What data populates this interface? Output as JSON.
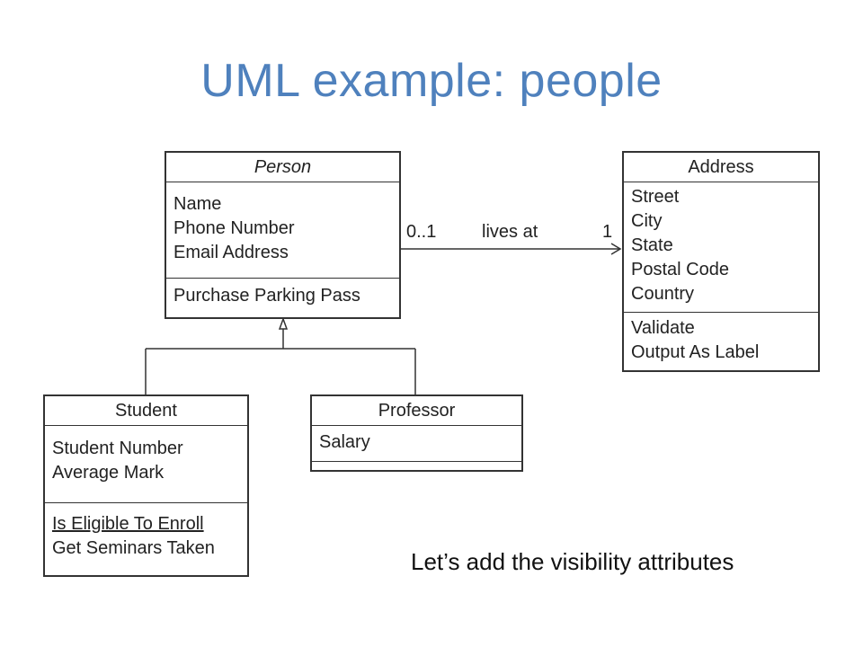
{
  "title": "UML example:  people",
  "caption": "Let’s add the visibility attributes",
  "colors": {
    "title": "#4f81bd",
    "lines": "#333333"
  },
  "classes": {
    "person": {
      "name": "Person",
      "attributes": [
        "Name",
        "Phone Number",
        "Email Address"
      ],
      "operations": [
        "Purchase Parking Pass"
      ]
    },
    "address": {
      "name": "Address",
      "attributes": [
        "Street",
        "City",
        "State",
        "Postal Code",
        "Country"
      ],
      "operations": [
        "Validate",
        "Output As Label"
      ]
    },
    "student": {
      "name": "Student",
      "attributes": [
        "Student Number",
        "Average Mark"
      ],
      "operations": [
        "Is Eligible To Enroll",
        "Get Seminars Taken"
      ]
    },
    "professor": {
      "name": "Professor",
      "attributes": [
        "Salary"
      ],
      "operations": []
    }
  },
  "association": {
    "source_multiplicity": "0..1",
    "name": "lives at",
    "target_multiplicity": "1"
  }
}
